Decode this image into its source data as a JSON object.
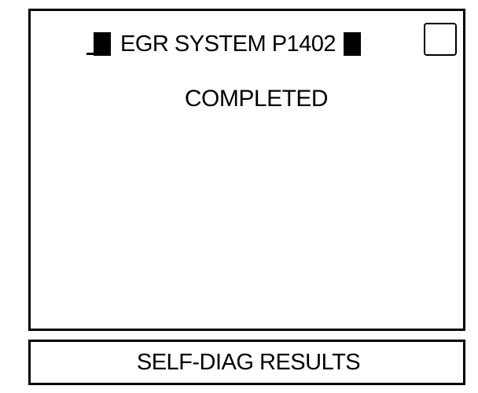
{
  "screen": {
    "title": "EGR SYSTEM P1402",
    "status": "COMPLETED"
  },
  "icons": {
    "left_marker": "filled-square-icon",
    "right_marker": "filled-square-icon",
    "corner": "empty-square-icon"
  },
  "footer": {
    "button_label": "SELF-DIAG RESULTS"
  },
  "colors": {
    "foreground": "#000000",
    "background": "#ffffff"
  }
}
